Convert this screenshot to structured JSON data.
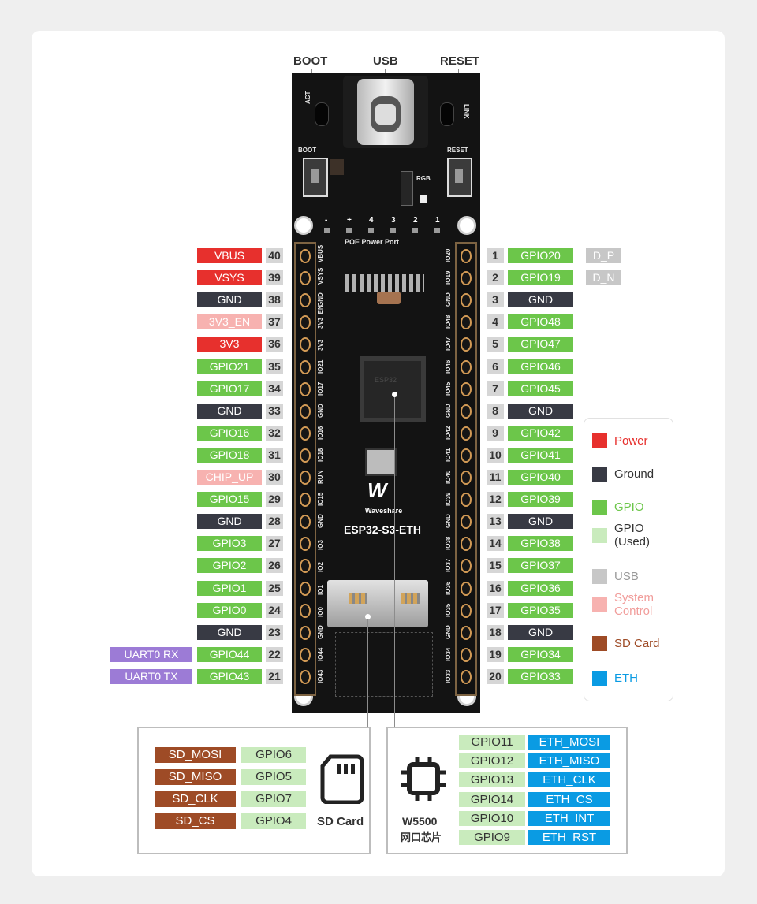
{
  "top_labels": {
    "boot": "BOOT",
    "usb": "USB",
    "reset": "RESET"
  },
  "board_text": {
    "act": "ACT",
    "link": "LINK",
    "boot": "BOOT",
    "reset": "RESET",
    "rgb": "RGB",
    "poe_title": "POE Power Port",
    "poe_pins": [
      "-",
      "+",
      "4",
      "3",
      "2",
      "1"
    ],
    "brand": "Waveshare",
    "model": "ESP32-S3-ETH"
  },
  "left_pins": [
    {
      "num": "40",
      "tags": [
        {
          "text": "VBUS",
          "type": "power"
        }
      ],
      "silk": "VBUS"
    },
    {
      "num": "39",
      "tags": [
        {
          "text": "VSYS",
          "type": "power"
        }
      ],
      "silk": "VSYS"
    },
    {
      "num": "38",
      "tags": [
        {
          "text": "GND",
          "type": "ground"
        }
      ],
      "silk": "GND"
    },
    {
      "num": "37",
      "tags": [
        {
          "text": "3V3_EN",
          "type": "sys"
        }
      ],
      "silk": "3V3_EN"
    },
    {
      "num": "36",
      "tags": [
        {
          "text": "3V3",
          "type": "power"
        }
      ],
      "silk": "3V3"
    },
    {
      "num": "35",
      "tags": [
        {
          "text": "GPIO21",
          "type": "gpio"
        }
      ],
      "silk": "IO21"
    },
    {
      "num": "34",
      "tags": [
        {
          "text": "GPIO17",
          "type": "gpio"
        }
      ],
      "silk": "IO17"
    },
    {
      "num": "33",
      "tags": [
        {
          "text": "GND",
          "type": "ground"
        }
      ],
      "silk": "GND"
    },
    {
      "num": "32",
      "tags": [
        {
          "text": "GPIO16",
          "type": "gpio"
        }
      ],
      "silk": "IO16"
    },
    {
      "num": "31",
      "tags": [
        {
          "text": "GPIO18",
          "type": "gpio"
        }
      ],
      "silk": "IO18"
    },
    {
      "num": "30",
      "tags": [
        {
          "text": "CHIP_UP",
          "type": "sys"
        }
      ],
      "silk": "RUN"
    },
    {
      "num": "29",
      "tags": [
        {
          "text": "GPIO15",
          "type": "gpio"
        }
      ],
      "silk": "IO15"
    },
    {
      "num": "28",
      "tags": [
        {
          "text": "GND",
          "type": "ground"
        }
      ],
      "silk": "GND"
    },
    {
      "num": "27",
      "tags": [
        {
          "text": "GPIO3",
          "type": "gpio"
        }
      ],
      "silk": "IO3"
    },
    {
      "num": "26",
      "tags": [
        {
          "text": "GPIO2",
          "type": "gpio"
        }
      ],
      "silk": "IO2"
    },
    {
      "num": "25",
      "tags": [
        {
          "text": "GPIO1",
          "type": "gpio"
        }
      ],
      "silk": "IO1"
    },
    {
      "num": "24",
      "tags": [
        {
          "text": "GPIO0",
          "type": "gpio"
        }
      ],
      "silk": "IO0"
    },
    {
      "num": "23",
      "tags": [
        {
          "text": "GND",
          "type": "ground"
        }
      ],
      "silk": "GND"
    },
    {
      "num": "22",
      "tags": [
        {
          "text": "GPIO44",
          "type": "gpio"
        },
        {
          "text": "UART0 RX",
          "type": "uart"
        }
      ],
      "silk": "IO44"
    },
    {
      "num": "21",
      "tags": [
        {
          "text": "GPIO43",
          "type": "gpio"
        },
        {
          "text": "UART0 TX",
          "type": "uart"
        }
      ],
      "silk": "IO43"
    }
  ],
  "right_pins": [
    {
      "num": "1",
      "tags": [
        {
          "text": "GPIO20",
          "type": "gpio"
        },
        {
          "text": "D_P",
          "type": "usb"
        }
      ],
      "silk": "IO20"
    },
    {
      "num": "2",
      "tags": [
        {
          "text": "GPIO19",
          "type": "gpio"
        },
        {
          "text": "D_N",
          "type": "usb"
        }
      ],
      "silk": "IO19"
    },
    {
      "num": "3",
      "tags": [
        {
          "text": "GND",
          "type": "ground"
        }
      ],
      "silk": "GND"
    },
    {
      "num": "4",
      "tags": [
        {
          "text": "GPIO48",
          "type": "gpio"
        }
      ],
      "silk": "IO48"
    },
    {
      "num": "5",
      "tags": [
        {
          "text": "GPIO47",
          "type": "gpio"
        }
      ],
      "silk": "IO47"
    },
    {
      "num": "6",
      "tags": [
        {
          "text": "GPIO46",
          "type": "gpio"
        }
      ],
      "silk": "IO46"
    },
    {
      "num": "7",
      "tags": [
        {
          "text": "GPIO45",
          "type": "gpio"
        }
      ],
      "silk": "IO45"
    },
    {
      "num": "8",
      "tags": [
        {
          "text": "GND",
          "type": "ground"
        }
      ],
      "silk": "GND"
    },
    {
      "num": "9",
      "tags": [
        {
          "text": "GPIO42",
          "type": "gpio"
        }
      ],
      "silk": "IO42"
    },
    {
      "num": "10",
      "tags": [
        {
          "text": "GPIO41",
          "type": "gpio"
        }
      ],
      "silk": "IO41"
    },
    {
      "num": "11",
      "tags": [
        {
          "text": "GPIO40",
          "type": "gpio"
        }
      ],
      "silk": "IO40"
    },
    {
      "num": "12",
      "tags": [
        {
          "text": "GPIO39",
          "type": "gpio"
        }
      ],
      "silk": "IO39"
    },
    {
      "num": "13",
      "tags": [
        {
          "text": "GND",
          "type": "ground"
        }
      ],
      "silk": "GND"
    },
    {
      "num": "14",
      "tags": [
        {
          "text": "GPIO38",
          "type": "gpio"
        }
      ],
      "silk": "IO38"
    },
    {
      "num": "15",
      "tags": [
        {
          "text": "GPIO37",
          "type": "gpio"
        }
      ],
      "silk": "IO37"
    },
    {
      "num": "16",
      "tags": [
        {
          "text": "GPIO36",
          "type": "gpio"
        }
      ],
      "silk": "IO36"
    },
    {
      "num": "17",
      "tags": [
        {
          "text": "GPIO35",
          "type": "gpio"
        }
      ],
      "silk": "IO35"
    },
    {
      "num": "18",
      "tags": [
        {
          "text": "GND",
          "type": "ground"
        }
      ],
      "silk": "GND"
    },
    {
      "num": "19",
      "tags": [
        {
          "text": "GPIO34",
          "type": "gpio"
        }
      ],
      "silk": "IO34"
    },
    {
      "num": "20",
      "tags": [
        {
          "text": "GPIO33",
          "type": "gpio"
        }
      ],
      "silk": "IO33"
    }
  ],
  "legend": [
    {
      "label": "Power",
      "color": "#e7302d",
      "text_color": "#e7302d"
    },
    {
      "label": "Ground",
      "color": "#383a44",
      "text_color": "#333333"
    },
    {
      "label": "GPIO",
      "color": "#6cc64a",
      "text_color": "#6cc64a"
    },
    {
      "label": "GPIO\n(Used)",
      "color": "#c9ebbd",
      "text_color": "#333333"
    },
    {
      "label": "USB",
      "color": "#c7c7c7",
      "text_color": "#9a9a9a"
    },
    {
      "label": "System\nControl",
      "color": "#f7b2b0",
      "text_color": "#f19d9b"
    },
    {
      "label": "SD Card",
      "color": "#9e4b26",
      "text_color": "#9e4b26"
    },
    {
      "label": "ETH",
      "color": "#0a9be3",
      "text_color": "#0a9be3"
    }
  ],
  "sd_panel": {
    "rows": [
      {
        "signal": "SD_MOSI",
        "gpio": "GPIO6"
      },
      {
        "signal": "SD_MISO",
        "gpio": "GPIO5"
      },
      {
        "signal": "SD_CLK",
        "gpio": "GPIO7"
      },
      {
        "signal": "SD_CS",
        "gpio": "GPIO4"
      }
    ],
    "icon": "sd-card-icon",
    "label": "SD Card"
  },
  "eth_panel": {
    "rows": [
      {
        "gpio": "GPIO11",
        "signal": "ETH_MOSI"
      },
      {
        "gpio": "GPIO12",
        "signal": "ETH_MISO"
      },
      {
        "gpio": "GPIO13",
        "signal": "ETH_CLK"
      },
      {
        "gpio": "GPIO14",
        "signal": "ETH_CS"
      },
      {
        "gpio": "GPIO10",
        "signal": "ETH_INT"
      },
      {
        "gpio": "GPIO9",
        "signal": "ETH_RST"
      }
    ],
    "icon": "chip-icon",
    "label": "W5500",
    "sublabel": "网口芯片"
  }
}
